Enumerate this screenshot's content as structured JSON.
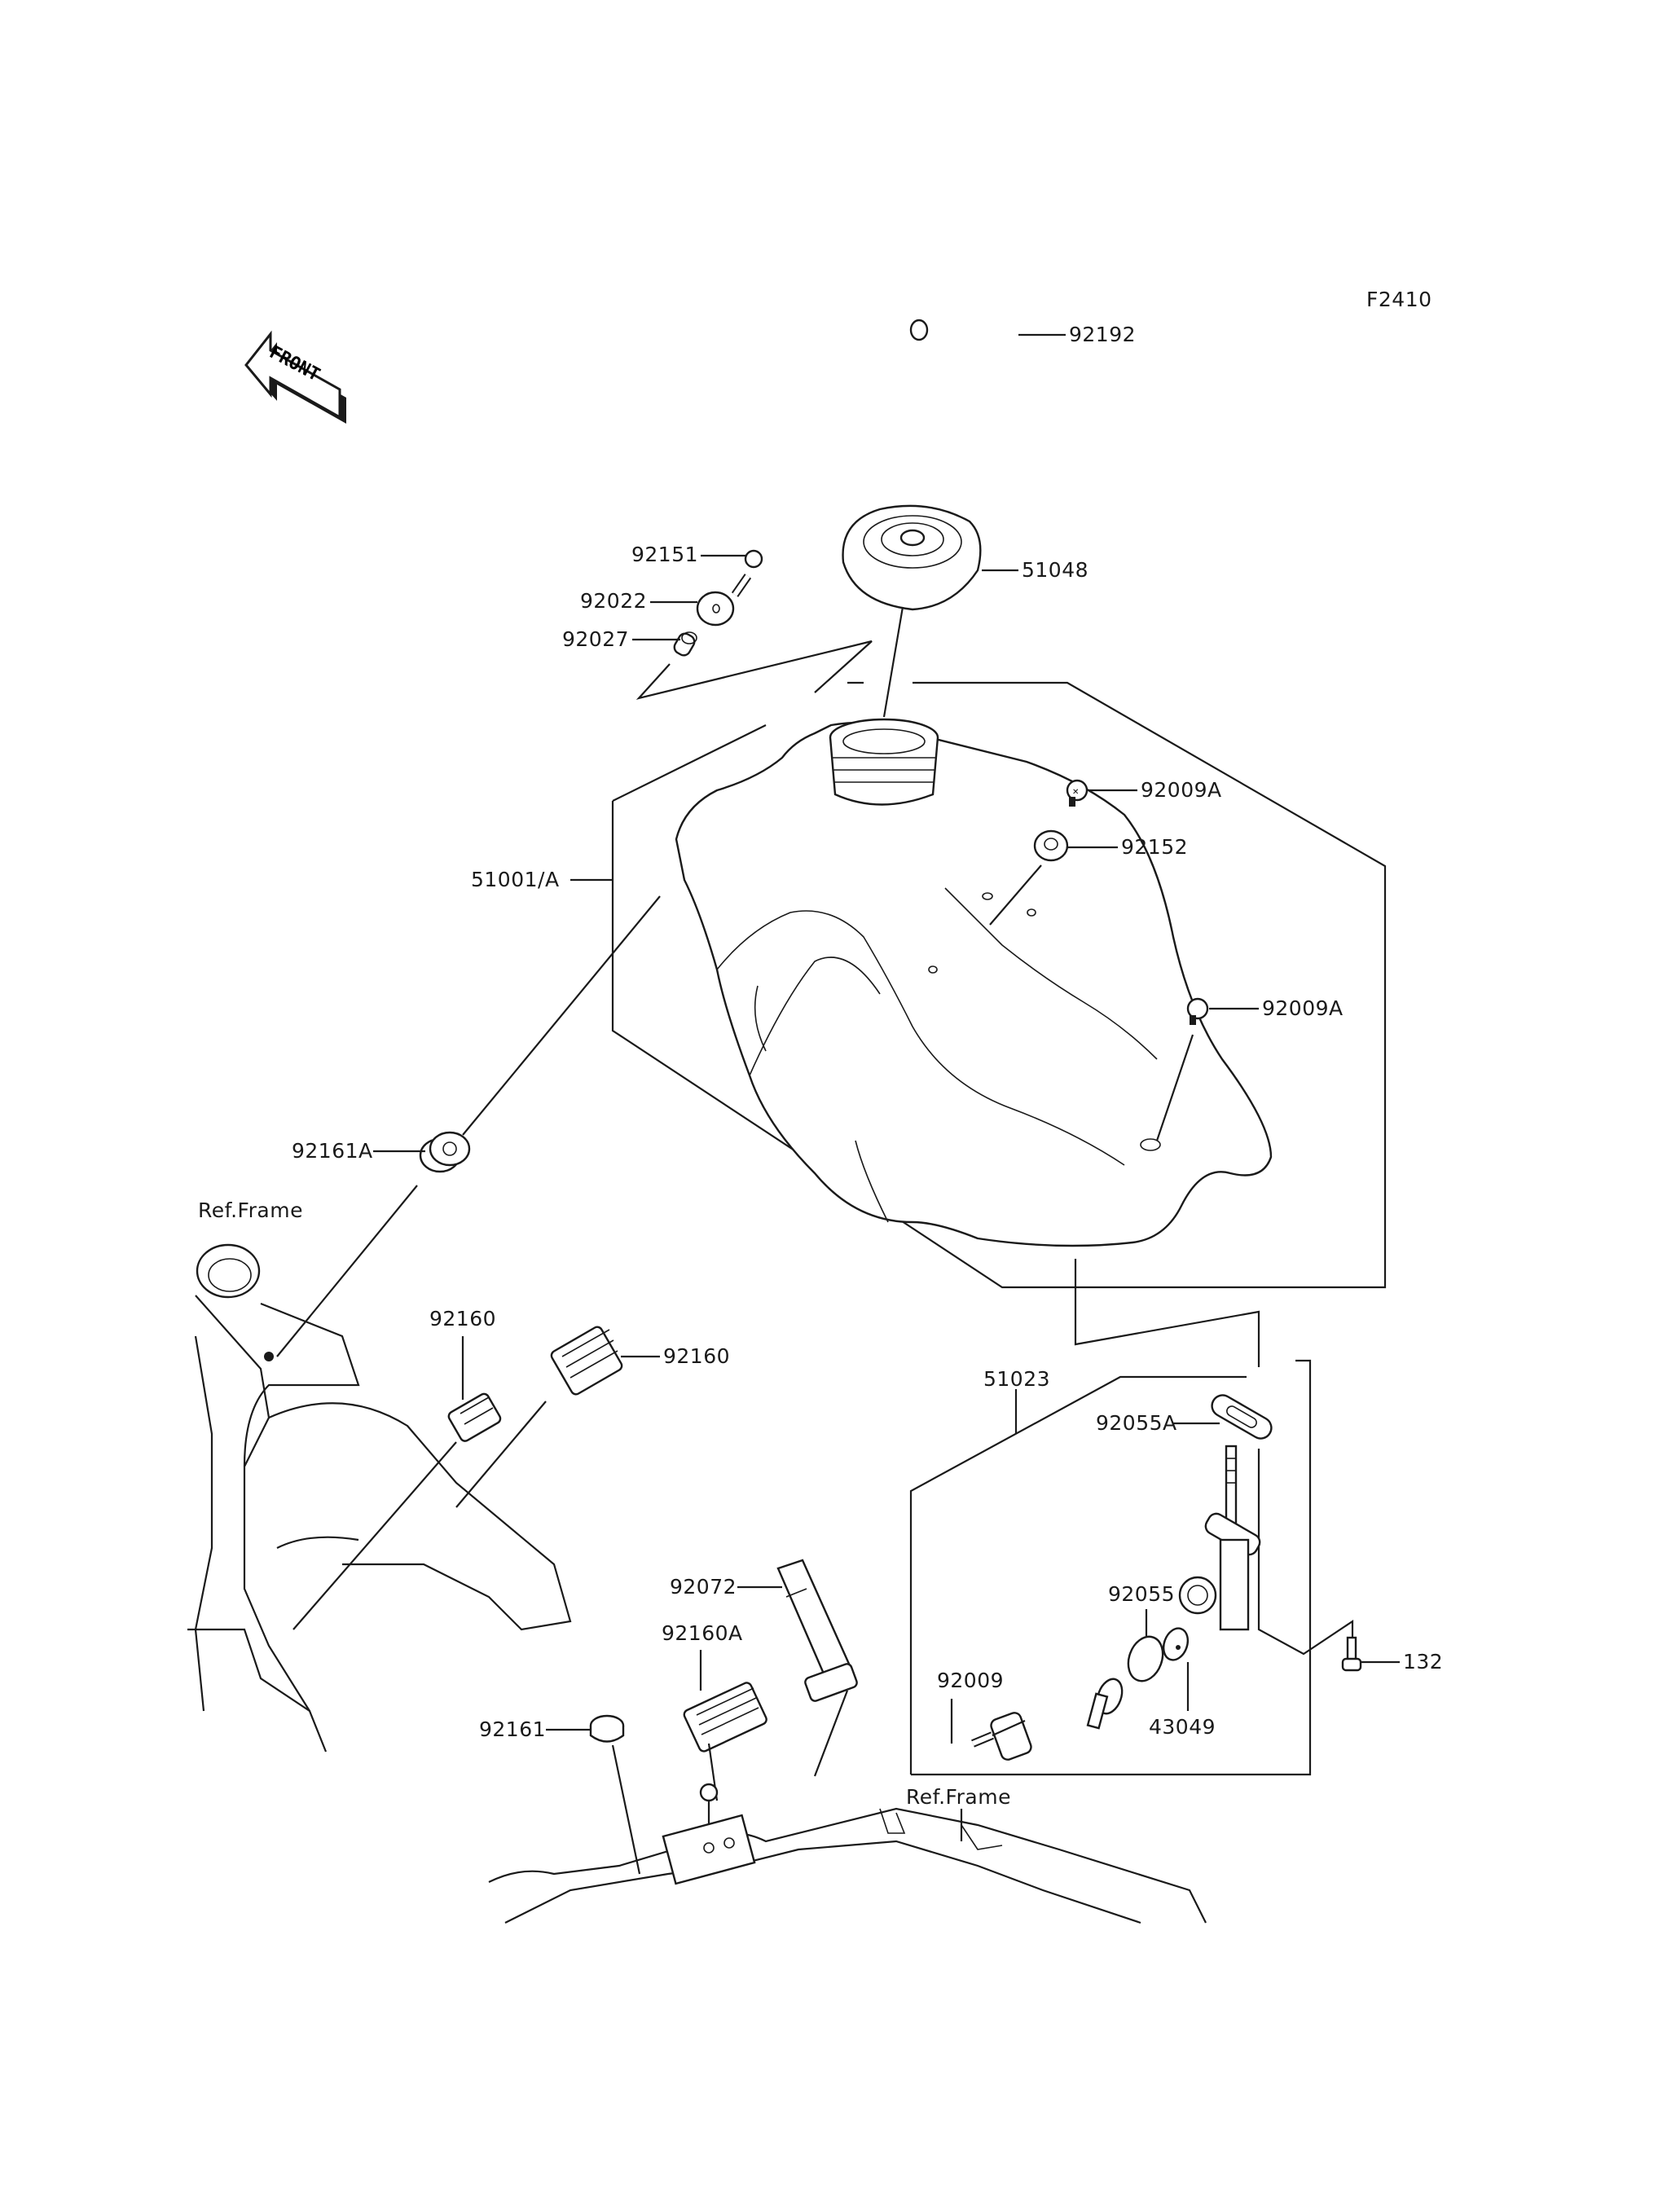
{
  "diagram": {
    "figure_code": "F2410",
    "front_indicator": "FRONT",
    "reference_labels": [
      "Ref.Frame",
      "Ref.Frame"
    ],
    "parts": [
      {
        "id": "p-92192",
        "label": "92192",
        "description": "breather hose"
      },
      {
        "id": "p-51048",
        "label": "51048",
        "description": "fuel tank cap"
      },
      {
        "id": "p-92151",
        "label": "92151",
        "description": "bolt"
      },
      {
        "id": "p-92022",
        "label": "92022",
        "description": "washer"
      },
      {
        "id": "p-92027",
        "label": "92027",
        "description": "collar"
      },
      {
        "id": "p-92009A-1",
        "label": "92009A",
        "description": "screw"
      },
      {
        "id": "p-92152",
        "label": "92152",
        "description": "collar"
      },
      {
        "id": "p-51001A",
        "label": "51001/A",
        "description": "fuel tank"
      },
      {
        "id": "p-92009A-2",
        "label": "92009A",
        "description": "screw"
      },
      {
        "id": "p-92161A",
        "label": "92161A",
        "description": "damper"
      },
      {
        "id": "p-92160-1",
        "label": "92160",
        "description": "damper"
      },
      {
        "id": "p-92160-2",
        "label": "92160",
        "description": "damper"
      },
      {
        "id": "p-51023",
        "label": "51023",
        "description": "fuel cock assembly"
      },
      {
        "id": "p-92055A",
        "label": "92055A",
        "description": "O-ring gasket"
      },
      {
        "id": "p-92055",
        "label": "92055",
        "description": "O-ring"
      },
      {
        "id": "p-43049",
        "label": "43049",
        "description": "plate"
      },
      {
        "id": "p-92009",
        "label": "92009",
        "description": "screw"
      },
      {
        "id": "p-132",
        "label": "132",
        "description": "bolt"
      },
      {
        "id": "p-92072",
        "label": "92072",
        "description": "band"
      },
      {
        "id": "p-92160A",
        "label": "92160A",
        "description": "damper"
      },
      {
        "id": "p-92161",
        "label": "92161",
        "description": "damper"
      }
    ]
  }
}
